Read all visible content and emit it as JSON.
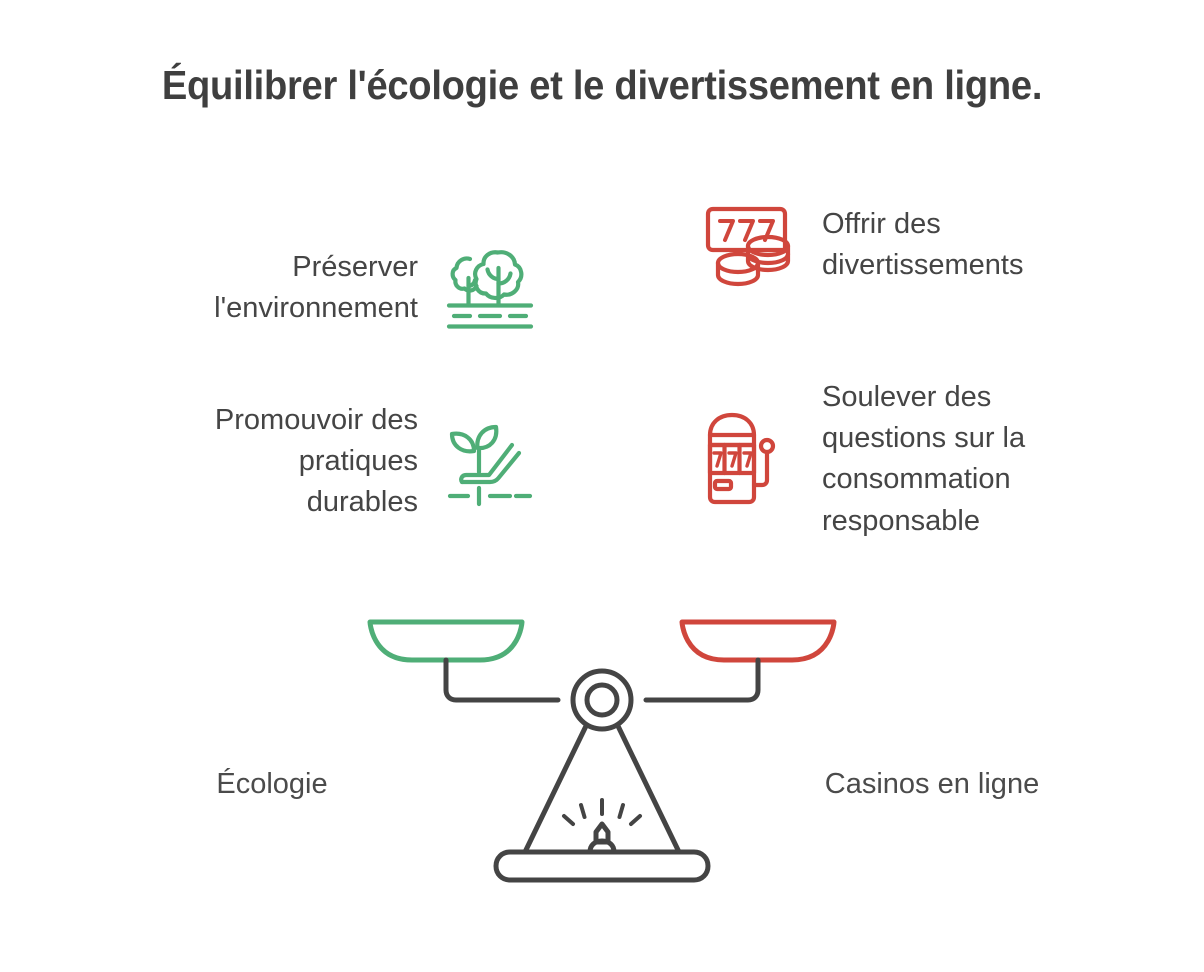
{
  "title": "Équilibrer l'écologie et le divertissement en ligne.",
  "colors": {
    "green": "#4FAE77",
    "red": "#D0463C",
    "text": "#454545",
    "title_text": "#3f3f3f",
    "line": "#444444",
    "background": "#ffffff"
  },
  "left_column": {
    "items": [
      {
        "label": "Préserver\nl'environnement",
        "label_line1": "Préserver",
        "label_line2": "l'environnement",
        "icon": "trees-ground-icon",
        "color": "#4FAE77"
      },
      {
        "label": "Promouvoir des\npratiques\ndurables",
        "label_line1": "Promouvoir des",
        "label_line2": "pratiques",
        "label_line3": "durables",
        "icon": "hand-sprout-icon",
        "color": "#4FAE77"
      }
    ]
  },
  "right_column": {
    "items": [
      {
        "label": "Offrir des\ndivertissements",
        "label_line1": "Offrir des",
        "label_line2": "divertissements",
        "icon": "slot-777-coins-icon",
        "color": "#D0463C"
      },
      {
        "label": "Soulever des\nquestions sur la\nconsommation\nresponsable",
        "label_line1": "Soulever des",
        "label_line2": "questions sur la",
        "label_line3": "consommation",
        "label_line4": "responsable",
        "icon": "slot-machine-icon",
        "color": "#D0463C"
      }
    ]
  },
  "scale": {
    "icon": "balance-scale-icon",
    "left_pan_color": "#4FAE77",
    "right_pan_color": "#D0463C",
    "left_label": "Écologie",
    "right_label": "Casinos en ligne"
  }
}
